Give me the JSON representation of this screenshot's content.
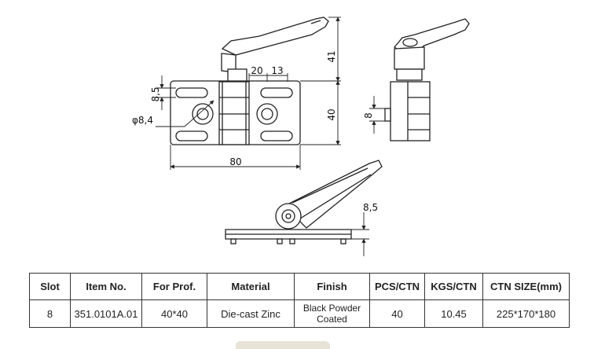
{
  "dimensions": {
    "height_41": "41",
    "width_20": "20",
    "width_13": "13",
    "offset_8_5_top": "8,5",
    "bore_phi": "φ8,4",
    "height_40": "40",
    "width_80": "80",
    "side_8": "8",
    "offset_8_5_bottom": "8,5"
  },
  "table": {
    "headers": [
      "Slot",
      "Item No.",
      "For Prof.",
      "Material",
      "Finish",
      "PCS/CTN",
      "KGS/CTN",
      "CTN SIZE(mm)"
    ],
    "row": {
      "slot": "8",
      "item_no": "351.0101A.01",
      "for_prof": "40*40",
      "material": "Die-cast Zinc",
      "finish_line1": "Black Powder",
      "finish_line2": "Coated",
      "pcs_ctn": "40",
      "kgs_ctn": "10.45",
      "ctn_size": "225*170*180"
    }
  }
}
